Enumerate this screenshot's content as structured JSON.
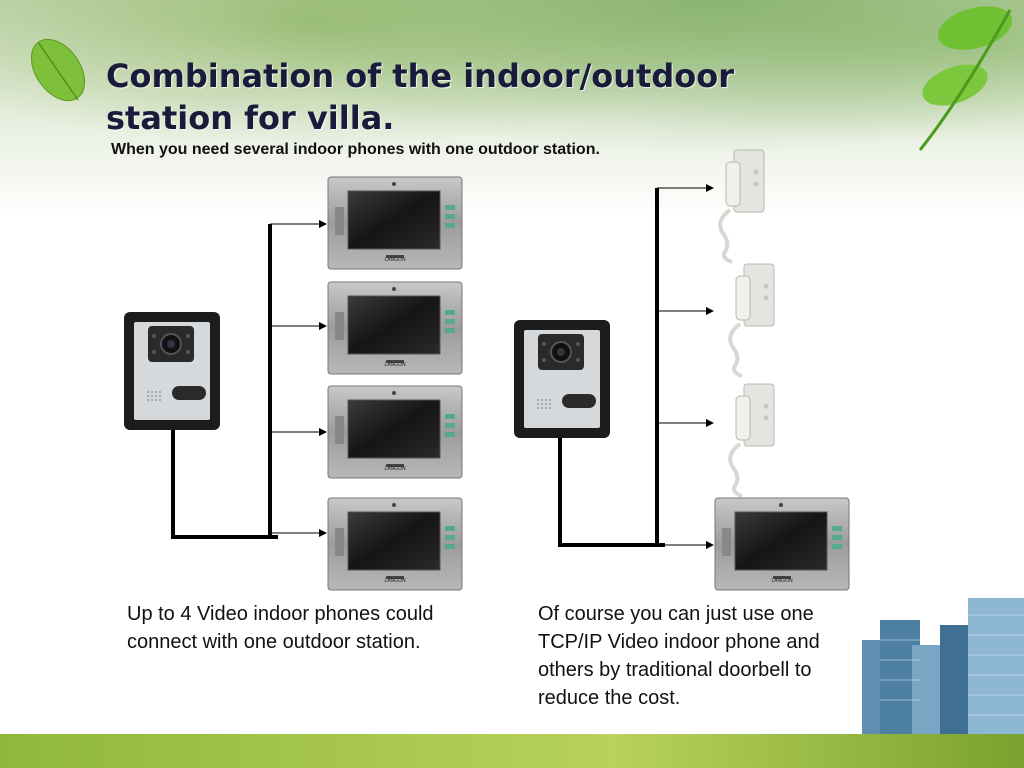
{
  "title": "Combination of the indoor/outdoor station for villa.",
  "subtitle": "When you need several indoor phones with one outdoor station.",
  "left_caption": "Up to 4 Video indoor phones could connect with one outdoor station.",
  "right_caption": "Of course you can just use one TCP/IP Video indoor phone and others by traditional doorbell to reduce the cost.",
  "monitor_brand": "LANGON",
  "colors": {
    "accent_green": "#8fb83a",
    "title": "#1a1a3a"
  }
}
